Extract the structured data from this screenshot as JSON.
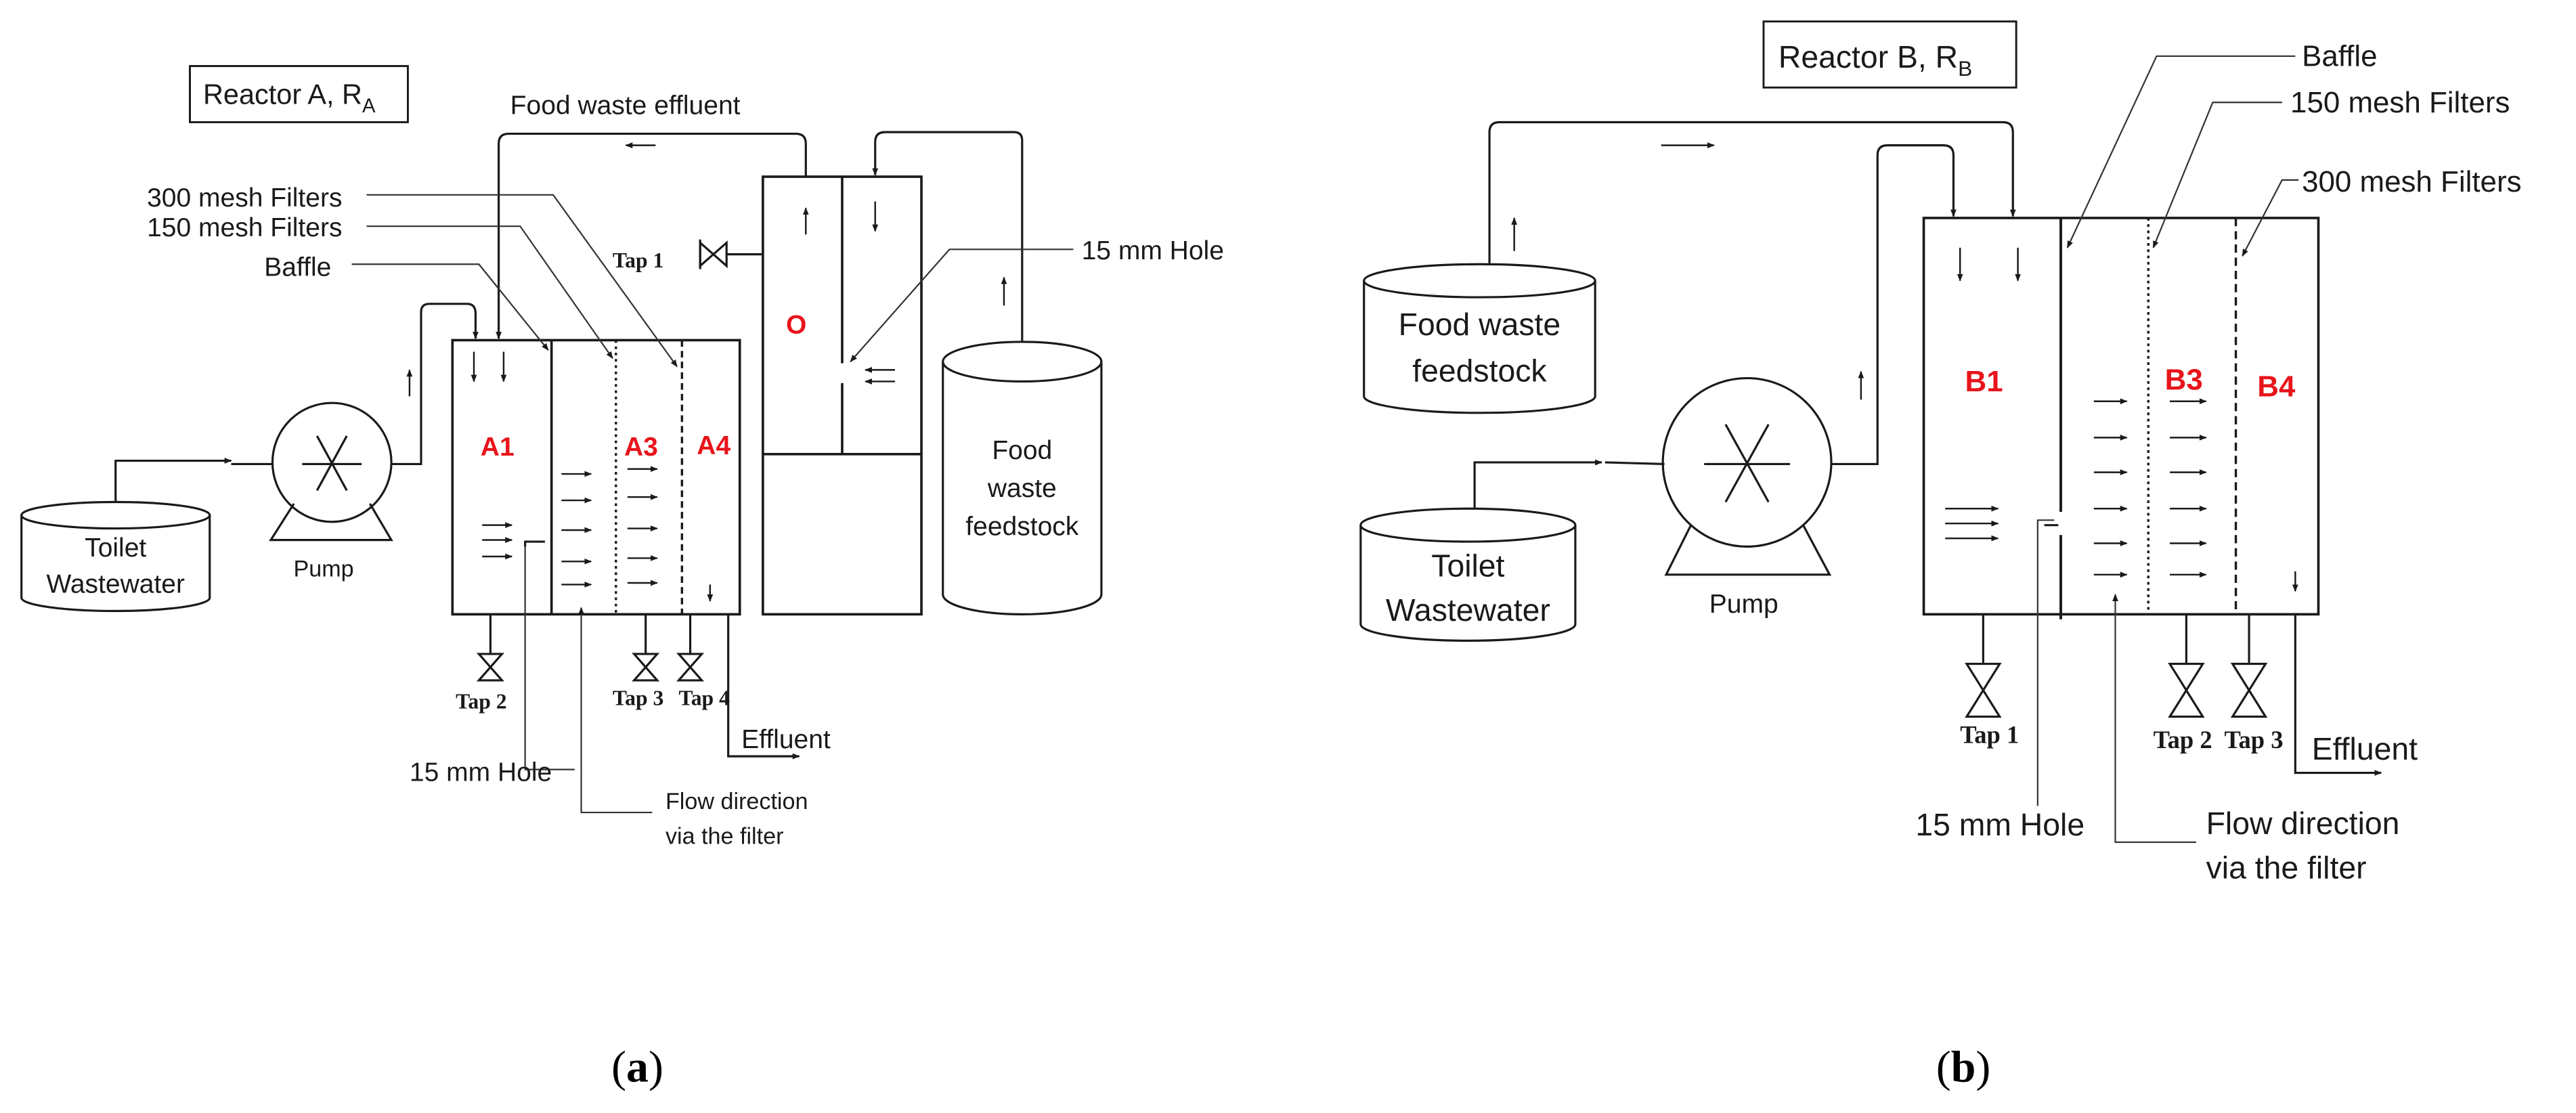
{
  "colors": {
    "compartment_label": "#e8141b",
    "line": "#1a1a1a"
  },
  "panel_a": {
    "title_main": "Reactor A, R",
    "title_sub": "A",
    "compartments": {
      "a1": "A1",
      "a3": "A3",
      "a4": "A4",
      "o": "O"
    },
    "labels": {
      "food_waste_effluent": "Food waste effluent",
      "mesh300": "300 mesh Filters",
      "mesh150": "150 mesh Filters",
      "baffle": "Baffle",
      "hole_top": "15 mm Hole",
      "hole_bottom": "15 mm Hole",
      "tap1": "Tap 1",
      "tap2": "Tap 2",
      "tap3": "Tap 3",
      "tap4": "Tap 4",
      "effluent": "Effluent",
      "toilet": [
        "Toilet",
        "Wastewater"
      ],
      "pump": "Pump",
      "feedstock": [
        "Food",
        "waste",
        "feedstock"
      ],
      "flow": [
        "Flow direction",
        "via the filter"
      ]
    },
    "caption": {
      "open": "(",
      "letter": "a",
      "close": ")"
    }
  },
  "panel_b": {
    "title_main": "Reactor B, R",
    "title_sub": "B",
    "compartments": {
      "b1": "B1",
      "b3": "B3",
      "b4": "B4"
    },
    "labels": {
      "baffle": "Baffle",
      "mesh150": "150 mesh Filters",
      "mesh300": "300 mesh Filters",
      "feedstock": [
        "Food waste",
        "feedstock"
      ],
      "toilet": [
        "Toilet",
        "Wastewater"
      ],
      "pump": "Pump",
      "tap1": "Tap 1",
      "tap2": "Tap 2",
      "tap3": "Tap 3",
      "effluent": "Effluent",
      "hole": "15 mm Hole",
      "flow": [
        "Flow direction",
        "via the filter"
      ]
    },
    "caption": {
      "open": "(",
      "letter": "b",
      "close": ")"
    }
  }
}
